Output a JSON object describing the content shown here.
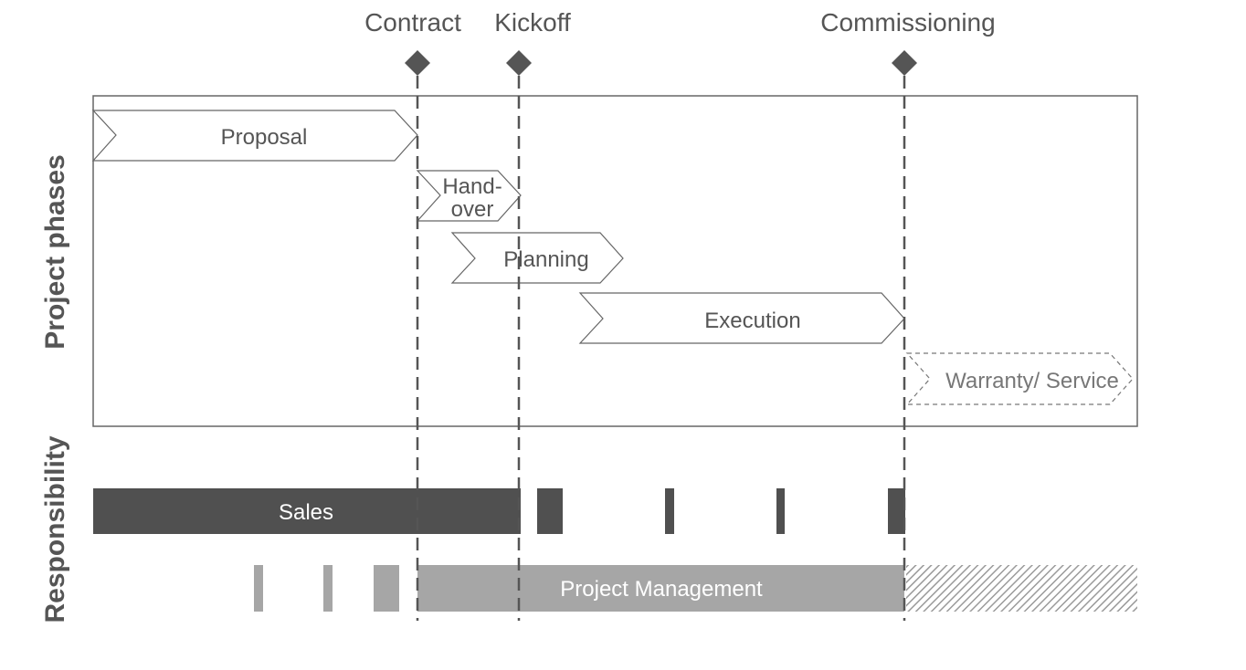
{
  "milestones": {
    "contract": "Contract",
    "kickoff": "Kickoff",
    "commissioning": "Commissioning"
  },
  "axis": {
    "phases": "Project phases",
    "responsibility": "Responsibility"
  },
  "phases": {
    "proposal": "Proposal",
    "handover_line1": "Hand-",
    "handover_line2": "over",
    "planning": "Planning",
    "execution": "Execution",
    "warranty": "Warranty/ Service"
  },
  "responsibility": {
    "sales": "Sales",
    "project_management": "Project Management"
  },
  "colors": {
    "sales": "#505050",
    "project_management": "#a6a6a6",
    "line": "#555555",
    "outline": "#666666"
  }
}
